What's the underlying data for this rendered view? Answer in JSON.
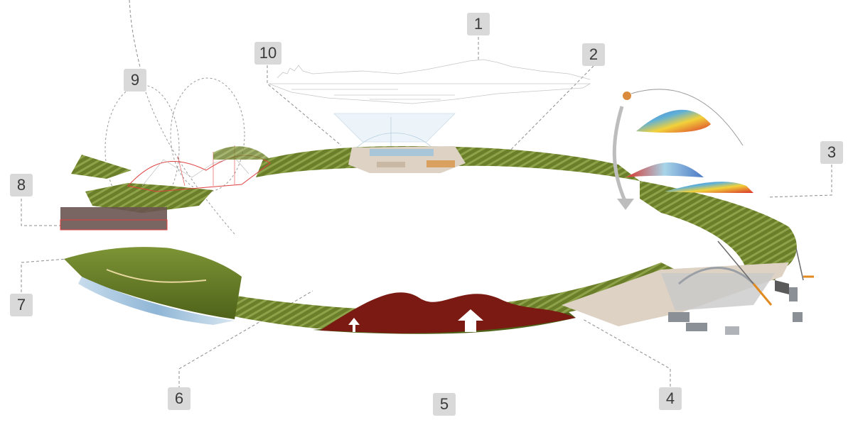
{
  "callouts": [
    {
      "id": "1",
      "label": "1"
    },
    {
      "id": "2",
      "label": "2"
    },
    {
      "id": "3",
      "label": "3"
    },
    {
      "id": "4",
      "label": "4"
    },
    {
      "id": "5",
      "label": "5"
    },
    {
      "id": "6",
      "label": "6"
    },
    {
      "id": "7",
      "label": "7"
    },
    {
      "id": "8",
      "label": "8"
    },
    {
      "id": "9",
      "label": "9"
    },
    {
      "id": "10",
      "label": "10"
    }
  ],
  "colors": {
    "roof_green": "#6b7f2a",
    "roof_green_dark": "#4f6219",
    "soil_red": "#7a1a12",
    "plaza": "#ddd2c4",
    "glass": "#9cc3de",
    "heat_red": "#d9312a",
    "heat_yellow": "#f2d23a",
    "heat_blue": "#4a78c4",
    "callout_bg": "#d9d9d9",
    "leader_line": "#8c8c8c",
    "analysis_red": "#e04040"
  }
}
